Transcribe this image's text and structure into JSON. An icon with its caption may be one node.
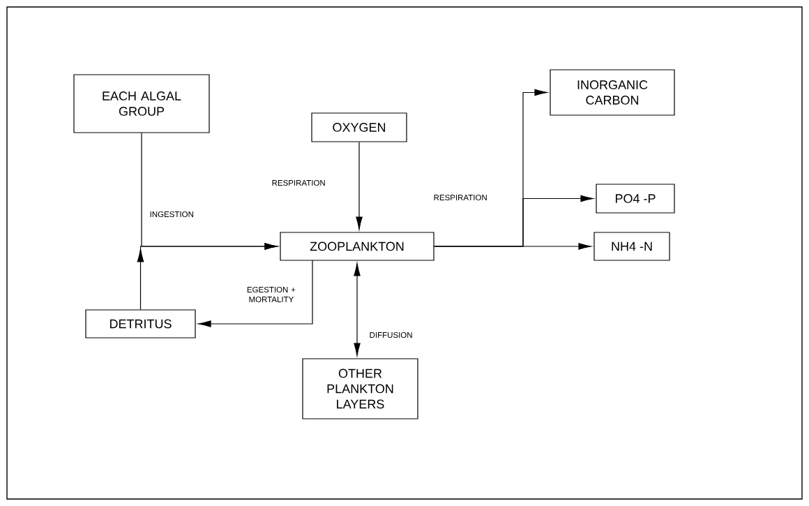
{
  "diagram": {
    "nodes": [
      {
        "text": [
          "EACH ALGAL GROUP"
        ]
      },
      {
        "text": [
          "OXYGEN"
        ]
      },
      {
        "text": [
          "INORGANIC CARBON"
        ]
      },
      {
        "text": [
          "ZOOPLANKTON"
        ]
      },
      {
        "text": [
          "PO4 -P"
        ]
      },
      {
        "text": [
          "NH4 -N"
        ]
      },
      {
        "text": [
          "DETRITUS"
        ]
      },
      {
        "text": [
          "OTHER PLANKTON LAYERS"
        ]
      }
    ],
    "edges": [
      {
        "from": 0,
        "to": 3,
        "label": "INGESTION",
        "arrow": "to"
      },
      {
        "from": 6,
        "to": 3,
        "arrow": "to"
      },
      {
        "from": 1,
        "to": 3,
        "label": "RESPIRATION",
        "arrow": "to"
      },
      {
        "from": 3,
        "to": 7,
        "label": "DIFFUSION",
        "arrow": "both"
      },
      {
        "from": 3,
        "to": 6,
        "label": "EGESTION + MORTALITY",
        "arrow": "to"
      },
      {
        "from": 3,
        "to": 2,
        "arrow": "to"
      },
      {
        "from": 3,
        "to": 4,
        "label": "RESPIRATION",
        "arrow": "to"
      },
      {
        "from": 3,
        "to": 5,
        "arrow": "to"
      }
    ]
  }
}
